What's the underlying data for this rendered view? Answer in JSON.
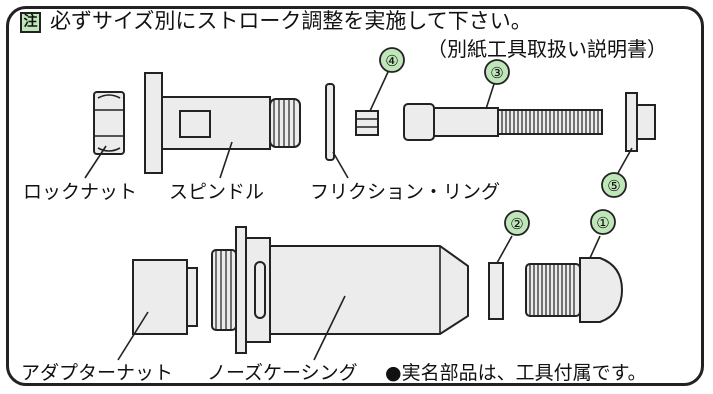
{
  "note": {
    "badge": "注",
    "main": "必ずサイズ別にストローク調整を実施して下さい。",
    "sub": "（別紙工具取扱い説明書）"
  },
  "labels": {
    "lock_nut": "ロックナット",
    "spindle": "スピンドル",
    "friction_ring": "フリクション・リング",
    "adapter_nut": "アダプターナット",
    "nose_casing": "ノーズケーシング"
  },
  "footer": "●実名部品は、工具付属です。",
  "callouts": [
    "①",
    "②",
    "③",
    "④",
    "⑤"
  ],
  "colors": {
    "callout_fill": "#bfe6b8",
    "part_fill": "#ececec",
    "line": "#222222"
  }
}
